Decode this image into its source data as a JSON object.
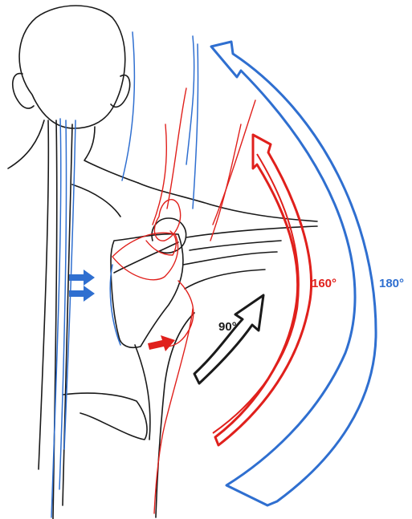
{
  "labels": {
    "angle_90": "90°",
    "angle_160": "160°",
    "angle_180": "180°"
  },
  "colors": {
    "outline": "#1a1a1a",
    "blue": "#2f6fd0",
    "red": "#e0201c"
  }
}
